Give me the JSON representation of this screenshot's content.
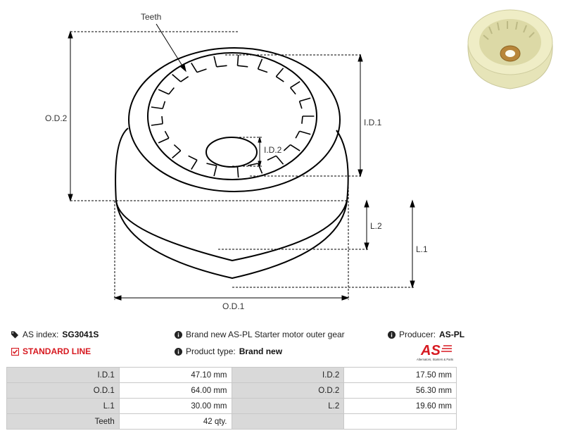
{
  "drawing": {
    "labels": {
      "teeth": "Teeth",
      "od2": "O.D.2",
      "id1": "I.D.1",
      "id2": "I.D.2",
      "l2": "L.2",
      "l1": "L.1",
      "od1": "O.D.1"
    }
  },
  "photo": {
    "alt": "Product photo of gear"
  },
  "info": {
    "as_index_label": "AS index:",
    "as_index_value": "SG3041S",
    "description": "Brand new AS-PL Starter motor outer gear",
    "producer_label": "Producer:",
    "producer_value": "AS-PL",
    "line": "STANDARD LINE",
    "product_type_label": "Product type:",
    "product_type_value": "Brand new"
  },
  "logo": {
    "text": "AS",
    "tagline": "Alternators, Starters & Parts"
  },
  "specs": [
    {
      "k1": "I.D.1",
      "v1": "47.10 mm",
      "k2": "I.D.2",
      "v2": "17.50 mm"
    },
    {
      "k1": "O.D.1",
      "v1": "64.00 mm",
      "k2": "O.D.2",
      "v2": "56.30 mm"
    },
    {
      "k1": "L.1",
      "v1": "30.00 mm",
      "k2": "L.2",
      "v2": "19.60 mm"
    },
    {
      "k1": "Teeth",
      "v1": "42 qty.",
      "k2": "",
      "v2": ""
    }
  ]
}
